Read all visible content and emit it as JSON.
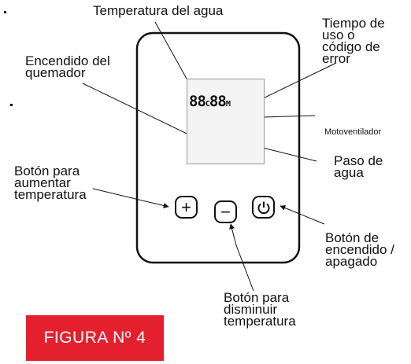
{
  "labels": {
    "water_temp": "Temperatura del agua",
    "usage_time": "Tiempo de\nuso o\ncódigo de\nerror",
    "burner": "Encendido del\nquemador",
    "fan": "Motoventilador",
    "water_flow": "Paso de\nagua",
    "raise_temp": "Botón para\naumentar\ntemperatura",
    "onoff": "Botón de\nencendido /\napagado",
    "lower_temp": "Botón para\ndisminuir\ntemperatura"
  },
  "display": {
    "temp_digits": "88",
    "temp_unit": "C",
    "time_digits": "88",
    "time_unit": "M"
  },
  "buttons": {
    "plus": "+",
    "minus": "−"
  },
  "figure_badge": "FIGURA Nº 4",
  "colors": {
    "badge": "#e4202f",
    "line": "#111111"
  },
  "icons": [
    "flame-icon",
    "fan-icon",
    "faucet-icon",
    "power-icon"
  ]
}
